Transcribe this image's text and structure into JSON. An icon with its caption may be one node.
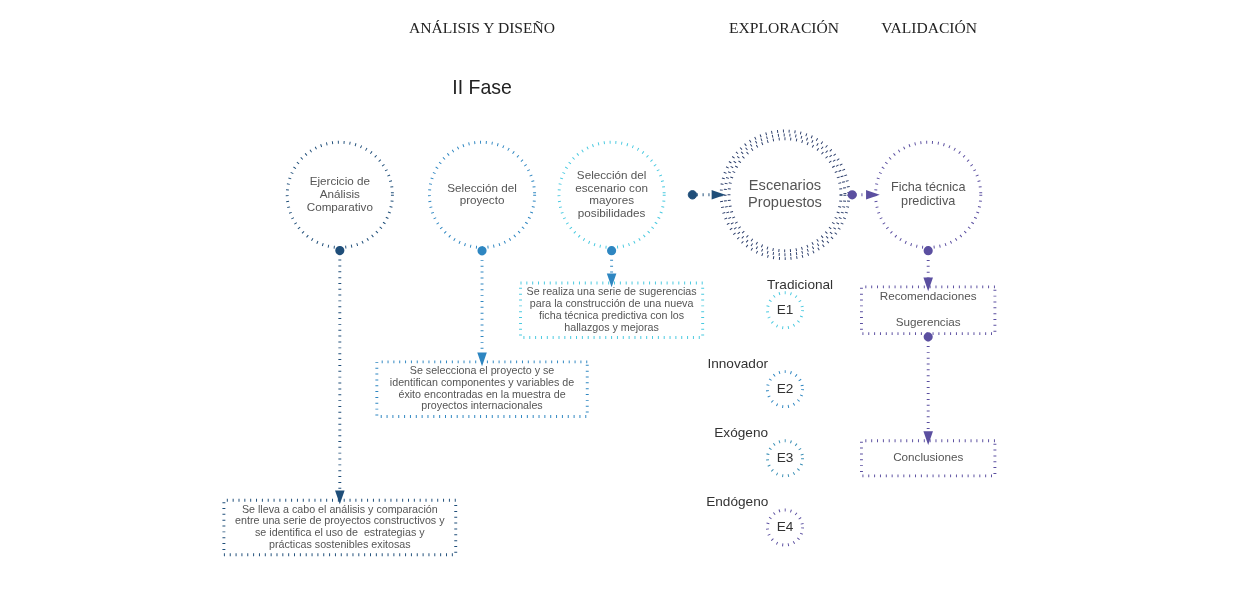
{
  "diagram": {
    "nodes": [
      {
        "text": [
          "Ejercicio de Análisis Comparativo"
        ]
      },
      {
        "text": [
          "Selección del proyecto"
        ]
      },
      {
        "text": [
          "Selección del escenario con mayores posibilidades"
        ]
      },
      {
        "text": [
          "Escenarios Propuestos"
        ]
      },
      {
        "text": [
          "Ficha técnica predictiva"
        ]
      },
      {
        "text": [
          "Se realiza una serie de sugerencias para la construcción de una nueva ficha técnica predictiva con los hallazgos y mejoras"
        ]
      },
      {
        "text": [
          "Se selecciona el proyecto y se identifican componentes y variables de éxito encontradas en la muestra de proyectos internacionales"
        ]
      },
      {
        "text": [
          "Se lleva a cabo el análisis y comparación entre una serie de proyectos constructivos y se identifica el uso de  estrategias y prácticas sostenibles exitosas"
        ]
      },
      {
        "text": [
          "Recomendaciones",
          "Sugerencias"
        ]
      },
      {
        "text": [
          "Conclusiones"
        ]
      },
      {
        "text": [
          "E1"
        ],
        "beside": [
          "Tradicional"
        ]
      },
      {
        "text": [
          "E2"
        ],
        "beside": [
          "Innovador"
        ]
      },
      {
        "text": [
          "E3"
        ],
        "beside": [
          "Exógeno"
        ]
      },
      {
        "text": [
          "E4"
        ],
        "beside": [
          "Endógeno"
        ]
      }
    ],
    "edges": [
      {
        "from": 0,
        "to": 7,
        "arrow": "to",
        "color": "#1f4e79"
      },
      {
        "from": 1,
        "to": 6,
        "arrow": "to",
        "color": "#2e86c1"
      },
      {
        "from": 2,
        "to": 5,
        "arrow": "to",
        "color": "#2e86c1"
      },
      {
        "from": null,
        "to": 3,
        "arrow": "to",
        "color": "#1f4e79"
      },
      {
        "from": 3,
        "to": 4,
        "arrow": "to",
        "color": "#5b4fa0"
      },
      {
        "from": 4,
        "to": 8,
        "arrow": "to",
        "color": "#5b4fa0"
      },
      {
        "from": 8,
        "to": 9,
        "arrow": "to",
        "color": "#5b4fa0"
      }
    ],
    "labels": [
      "ANÁLISIS Y DISEÑO",
      "II Fase",
      "EXPLORACIÓN",
      "VALIDACIÓN"
    ]
  }
}
